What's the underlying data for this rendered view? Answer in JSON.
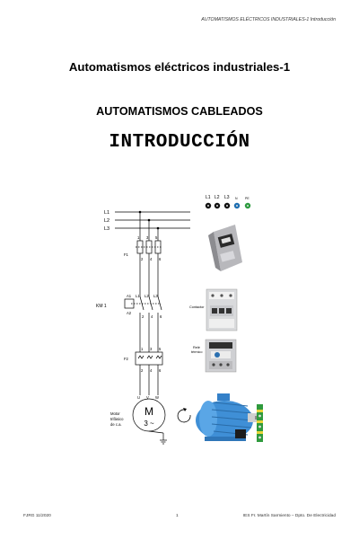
{
  "header": {
    "running_title": "AUTOMATISMOS ELÉCTRICOS INDUSTRIALES-1   Introducción"
  },
  "titles": {
    "course": "Automatismos eléctricos industriales-1",
    "unit": "AUTOMATISMOS CABLEADOS",
    "section": "INTRODUCCIÓN"
  },
  "diagram": {
    "lines": [
      "L1",
      "L2",
      "L3"
    ],
    "top_terminals": [
      "L1",
      "L2",
      "L3",
      "N",
      "PE"
    ],
    "fuse_label": "F1",
    "fuse_pins_top": [
      "1",
      "3",
      "5"
    ],
    "fuse_pins_bottom": [
      "2",
      "4",
      "6"
    ],
    "contactor_label": "KM 1",
    "contactor_coil_top": "A1",
    "contactor_coil_bottom": "A2",
    "contactor_pins_top": [
      "L1",
      "L2",
      "L3"
    ],
    "contactor_pins_top_nums": [
      "1",
      "3",
      "5"
    ],
    "contactor_pins_bottom": [
      "2",
      "4",
      "6"
    ],
    "relay_label": "F2",
    "relay_pins_top": [
      "1",
      "3",
      "5"
    ],
    "relay_pins_bottom": [
      "2",
      "4",
      "6"
    ],
    "motor_terminals": [
      "U",
      "V",
      "W"
    ],
    "motor_symbol": "M",
    "motor_phase": "3 ~",
    "motor_caption_1": "Motor",
    "motor_caption_2": "trifásico",
    "motor_caption_3": "de c.a.",
    "contactor_photo_caption": "Contactor",
    "relay_photo_caption_1": "Relé",
    "relay_photo_caption_2": "térmico"
  },
  "footer": {
    "left": "FJRG  11/2020",
    "page": "1",
    "right": "IES  Fr. Martín Sarmiento – Dpto. De Electricidad"
  }
}
